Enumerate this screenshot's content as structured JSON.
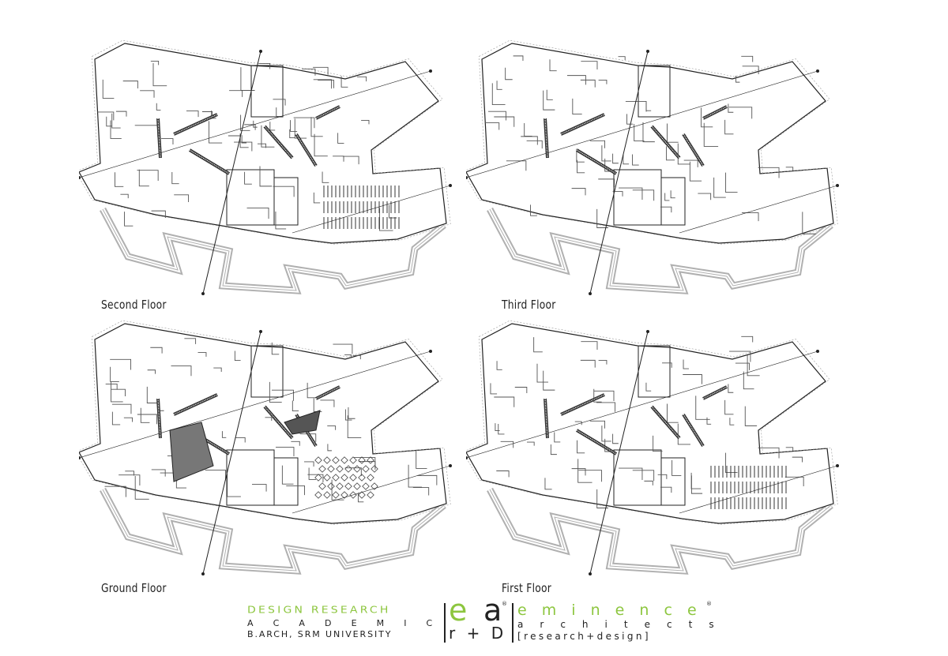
{
  "floors": [
    {
      "label": "Second Floor",
      "seats": true
    },
    {
      "label": "Third Floor",
      "seats": false
    },
    {
      "label": "Ground Floor",
      "seats": false
    },
    {
      "label": "First Floor",
      "seats": true
    }
  ],
  "logo": {
    "left_line1": "DESIGN RESEARCH",
    "left_line2": "A C A D E M I C",
    "left_line3": "B.ARCH, SRM UNIVERSITY",
    "mark_top_e": "e",
    "mark_top_a": "a",
    "mark_bottom": "r + D",
    "registered": "®",
    "right_line1": "e m i n e n c e",
    "right_line2": "a r c h i t e c t s",
    "right_line3": "[research+design]"
  },
  "colors": {
    "accent": "#8dc63f",
    "ink": "#222222",
    "ramp": "#b0b0b0"
  }
}
